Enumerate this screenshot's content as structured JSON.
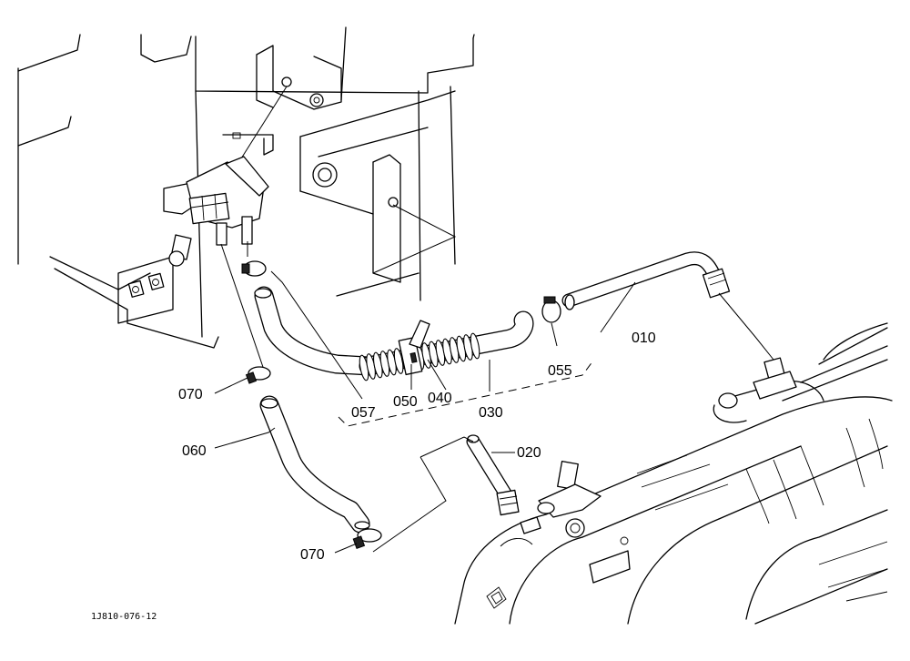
{
  "callouts": {
    "c010": "010",
    "c020": "020",
    "c030": "030",
    "c040": "040",
    "c050": "050",
    "c055": "055",
    "c057": "057",
    "c060": "060",
    "c070a": "070",
    "c070b": "070"
  },
  "drawing_code": "1J810-076-12"
}
